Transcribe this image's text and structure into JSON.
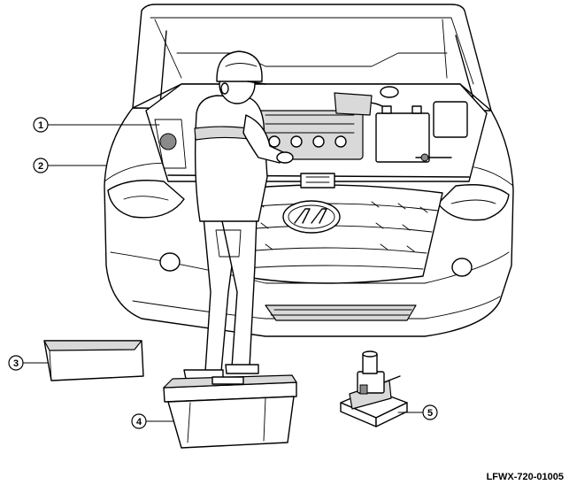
{
  "callouts": [
    {
      "id": "1",
      "label": "1"
    },
    {
      "id": "2",
      "label": "2"
    },
    {
      "id": "3",
      "label": "3"
    },
    {
      "id": "4",
      "label": "4"
    },
    {
      "id": "5",
      "label": "5"
    }
  ],
  "figure_code": "LFWX-720-01005"
}
